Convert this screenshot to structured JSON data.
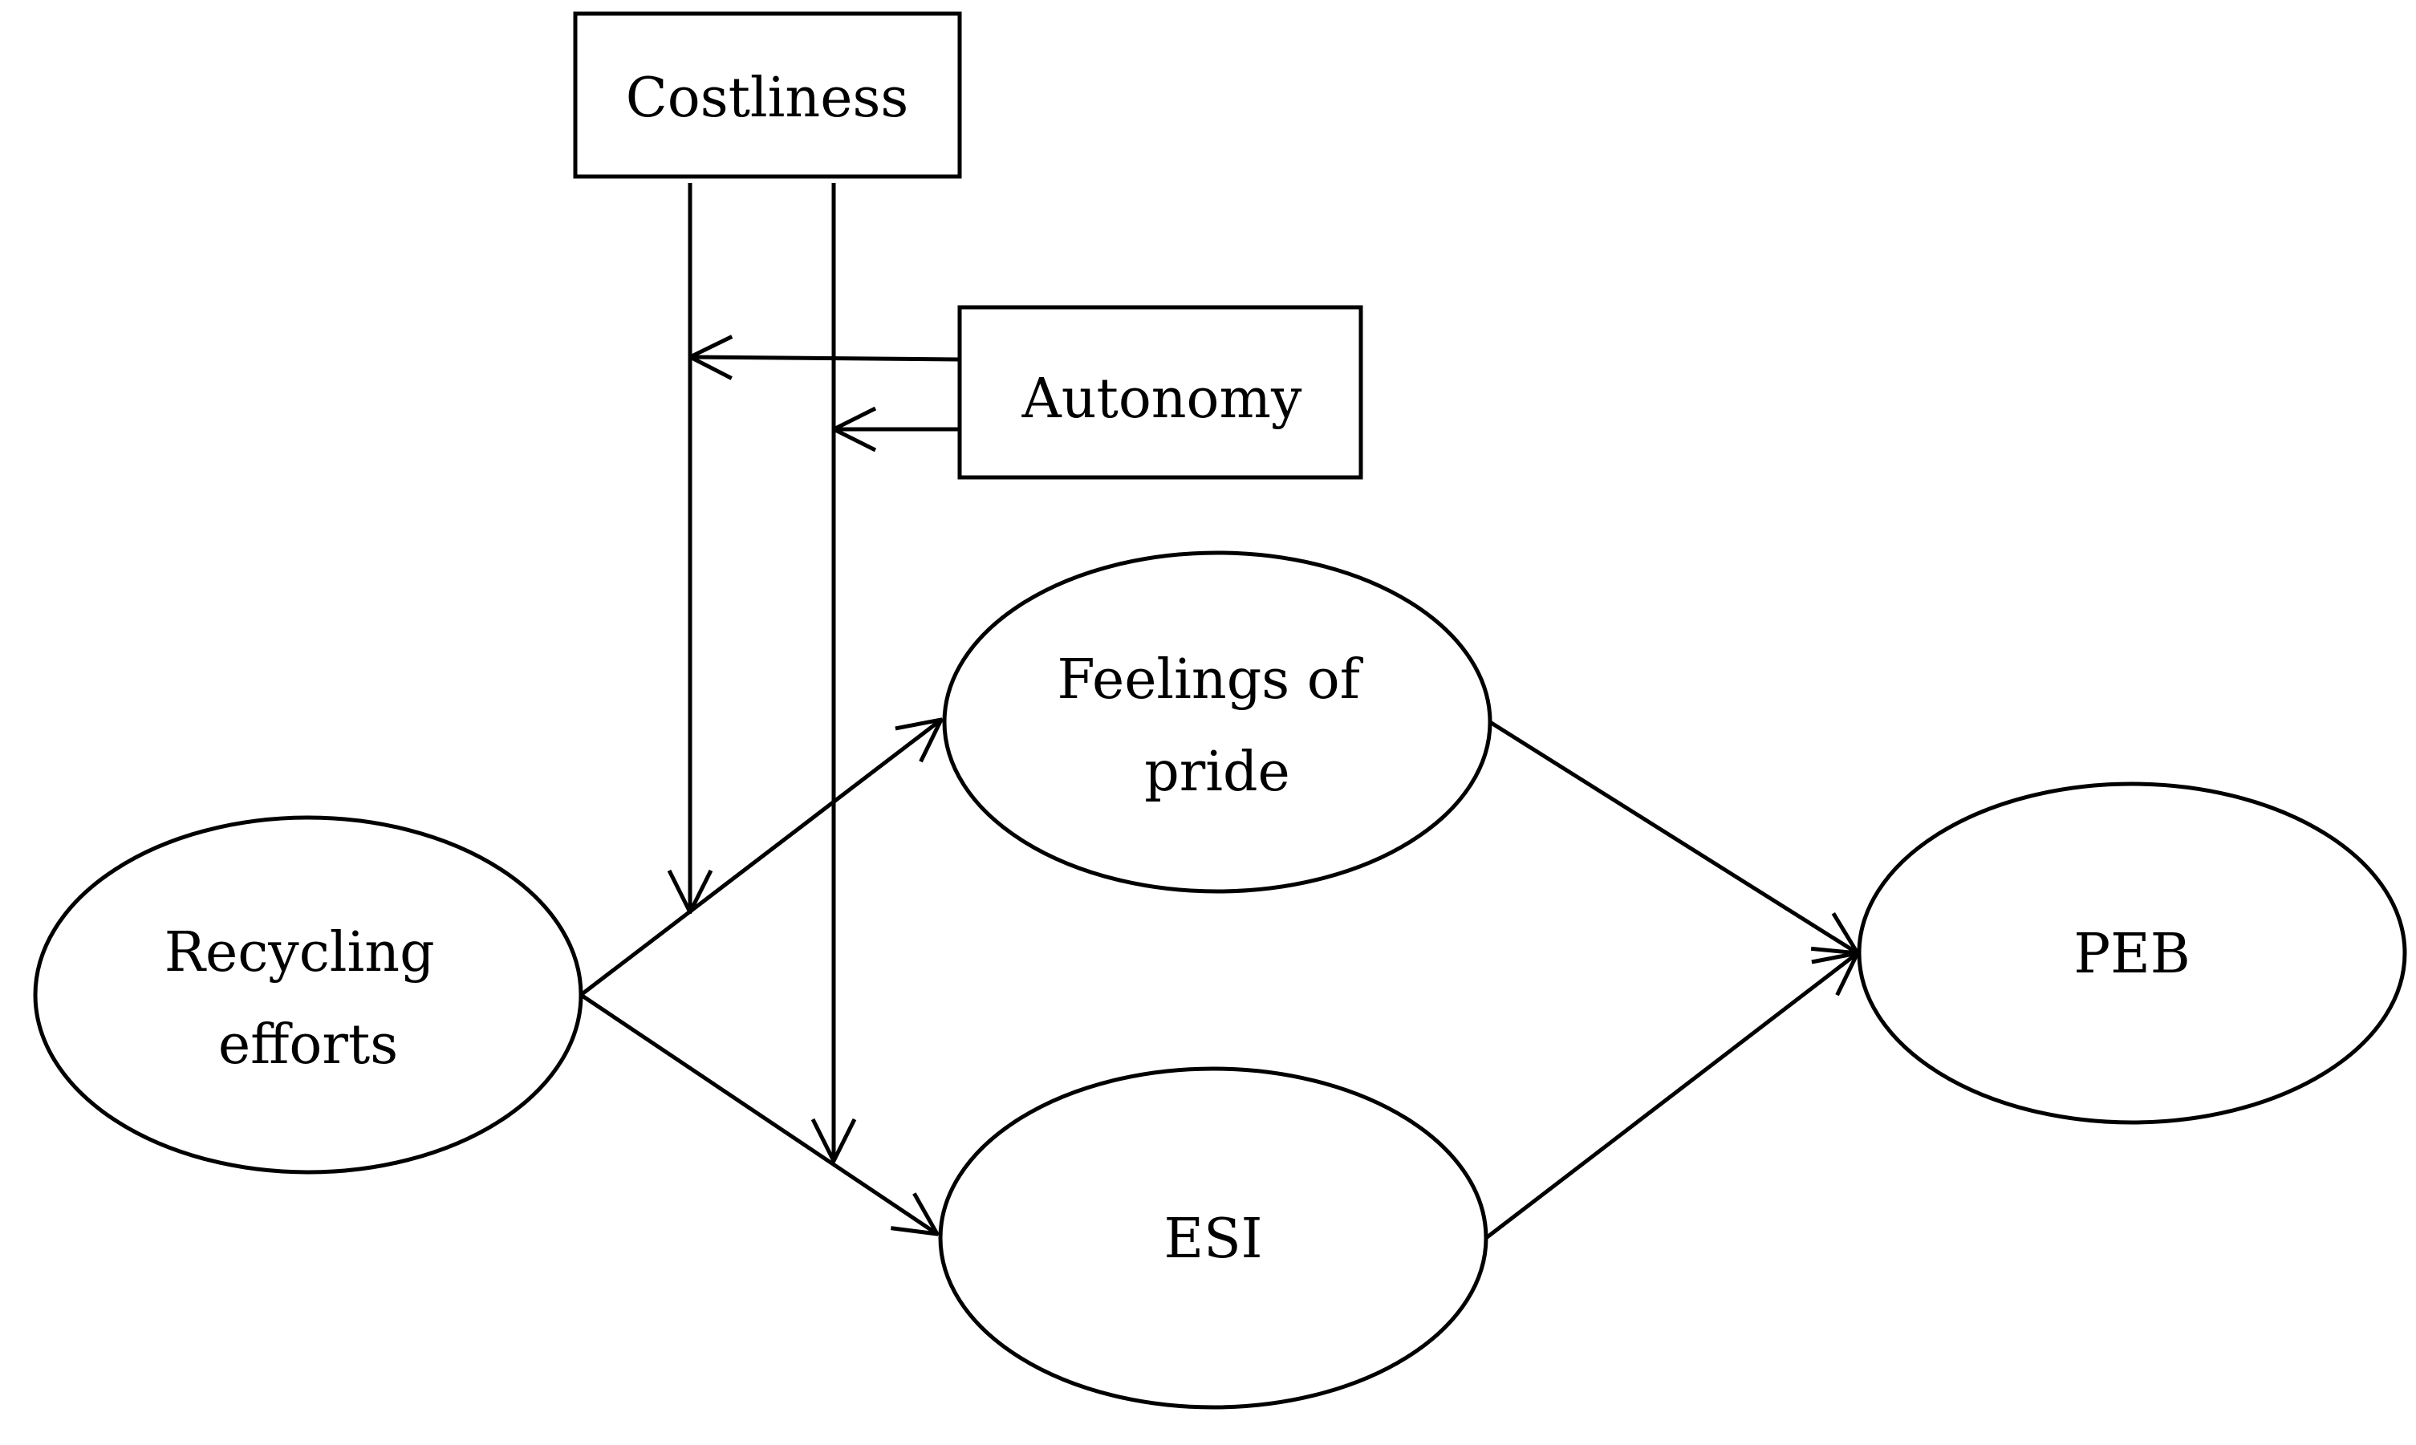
{
  "diagram": {
    "nodes": {
      "costliness": {
        "label": "Costliness"
      },
      "autonomy": {
        "label": "Autonomy"
      },
      "recycling_efforts": {
        "line1": "Recycling",
        "line2": "efforts"
      },
      "feelings_of_pride": {
        "line1": "Feelings of",
        "line2": "pride"
      },
      "esi": {
        "label": "ESI"
      },
      "peb": {
        "label": "PEB"
      }
    },
    "edges": [
      {
        "from": "Recycling efforts",
        "to": "Feelings of pride"
      },
      {
        "from": "Recycling efforts",
        "to": "ESI"
      },
      {
        "from": "Feelings of pride",
        "to": "PEB"
      },
      {
        "from": "ESI",
        "to": "PEB"
      },
      {
        "from": "Costliness",
        "to": "Recycling efforts → Feelings of pride"
      },
      {
        "from": "Costliness",
        "to": "Recycling efforts → ESI"
      },
      {
        "from": "Autonomy",
        "to": "Costliness → Recycling efforts → Feelings of pride"
      },
      {
        "from": "Autonomy",
        "to": "Costliness → Recycling efforts → ESI"
      }
    ]
  }
}
